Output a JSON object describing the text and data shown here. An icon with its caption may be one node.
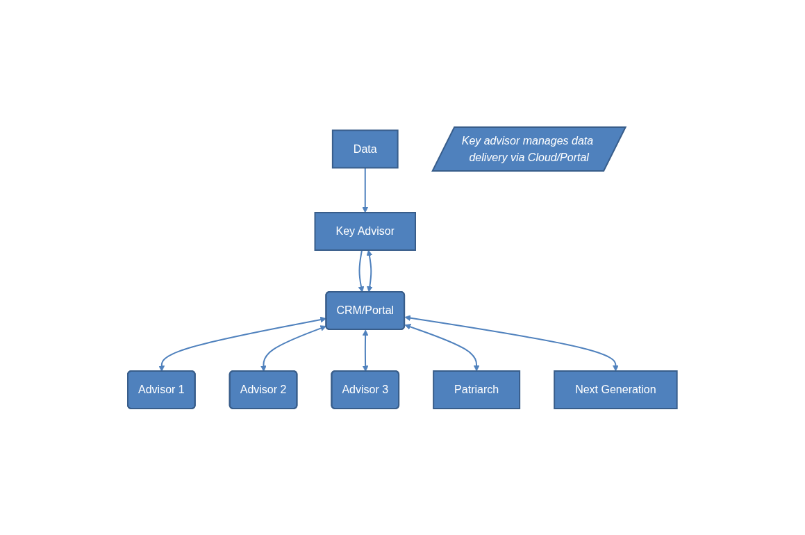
{
  "diagram": {
    "nodes": [
      {
        "text": [
          "Data"
        ]
      },
      {
        "text": [
          "Key Advisor"
        ]
      },
      {
        "text": [
          "Key advisor manages data delivery via Cloud/Portal"
        ]
      },
      {
        "text": [
          "CRM/Portal"
        ]
      },
      {
        "text": [
          "Advisor 1"
        ]
      },
      {
        "text": [
          "Advisor 2"
        ]
      },
      {
        "text": [
          "Advisor 3"
        ]
      },
      {
        "text": [
          "Patriarch"
        ]
      },
      {
        "text": [
          "Next Generation"
        ]
      }
    ],
    "edges": [
      {
        "from": 0,
        "to": 1,
        "arrow": "to"
      },
      {
        "from": 1,
        "to": 3,
        "arrow": "to"
      },
      {
        "from": 3,
        "to": 1,
        "arrow": "both"
      },
      {
        "from": 3,
        "to": 4,
        "arrow": "both"
      },
      {
        "from": 3,
        "to": 5,
        "arrow": "both"
      },
      {
        "from": 3,
        "to": 6,
        "arrow": "both"
      },
      {
        "from": 3,
        "to": 7,
        "arrow": "both"
      },
      {
        "from": 3,
        "to": 8,
        "arrow": "both"
      }
    ]
  }
}
